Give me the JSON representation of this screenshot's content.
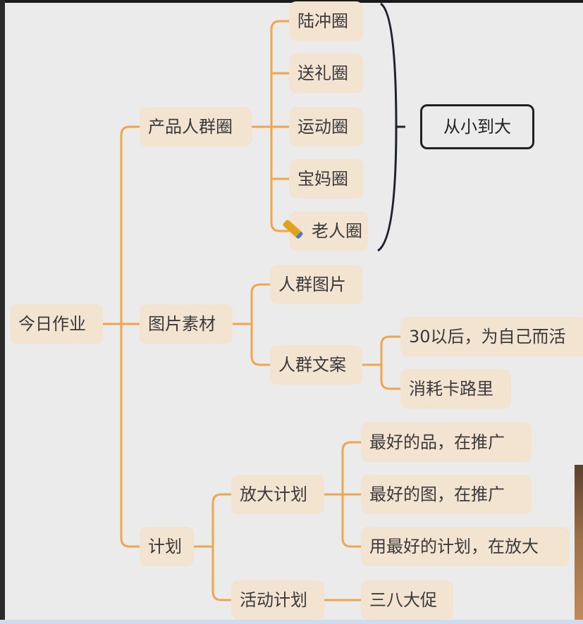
{
  "root": "今日作业",
  "branches": {
    "product": {
      "label": "产品人群圈",
      "children": [
        "陆冲圈",
        "送礼圈",
        "运动圈",
        "宝妈圈",
        "老人圈"
      ],
      "note": "从小到大"
    },
    "images": {
      "label": "图片素材",
      "c1": "人群图片",
      "c2": "人群文案",
      "c2_children": [
        "30以后，为自己而活",
        "消耗卡路里"
      ]
    },
    "plan": {
      "label": "计划",
      "amplify": "放大计划",
      "amplify_children": [
        "最好的品，在推广",
        "最好的图，在推广",
        "用最好的计划，在放大"
      ],
      "event": "活动计划",
      "event_children": [
        "三八大促"
      ]
    }
  },
  "colors": {
    "connector": "#f0a64a",
    "node_bg": "#f2e4d0"
  }
}
